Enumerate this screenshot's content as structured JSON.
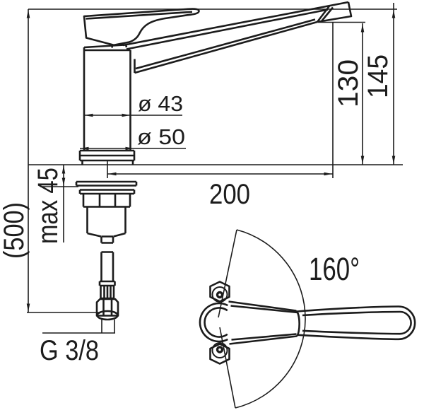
{
  "diagram": {
    "labels": {
      "body_diameter": "ø 43",
      "base_diameter": "ø 50",
      "spout_reach": "200",
      "spout_outlet_height": "130",
      "total_height": "145",
      "max_mounting_thickness": "max 45",
      "hose_length": "(500)",
      "connection_thread": "G 3/8",
      "swivel_angle": "160°"
    },
    "colors": {
      "line": "#1c1c1c",
      "background": "#ffffff"
    }
  }
}
